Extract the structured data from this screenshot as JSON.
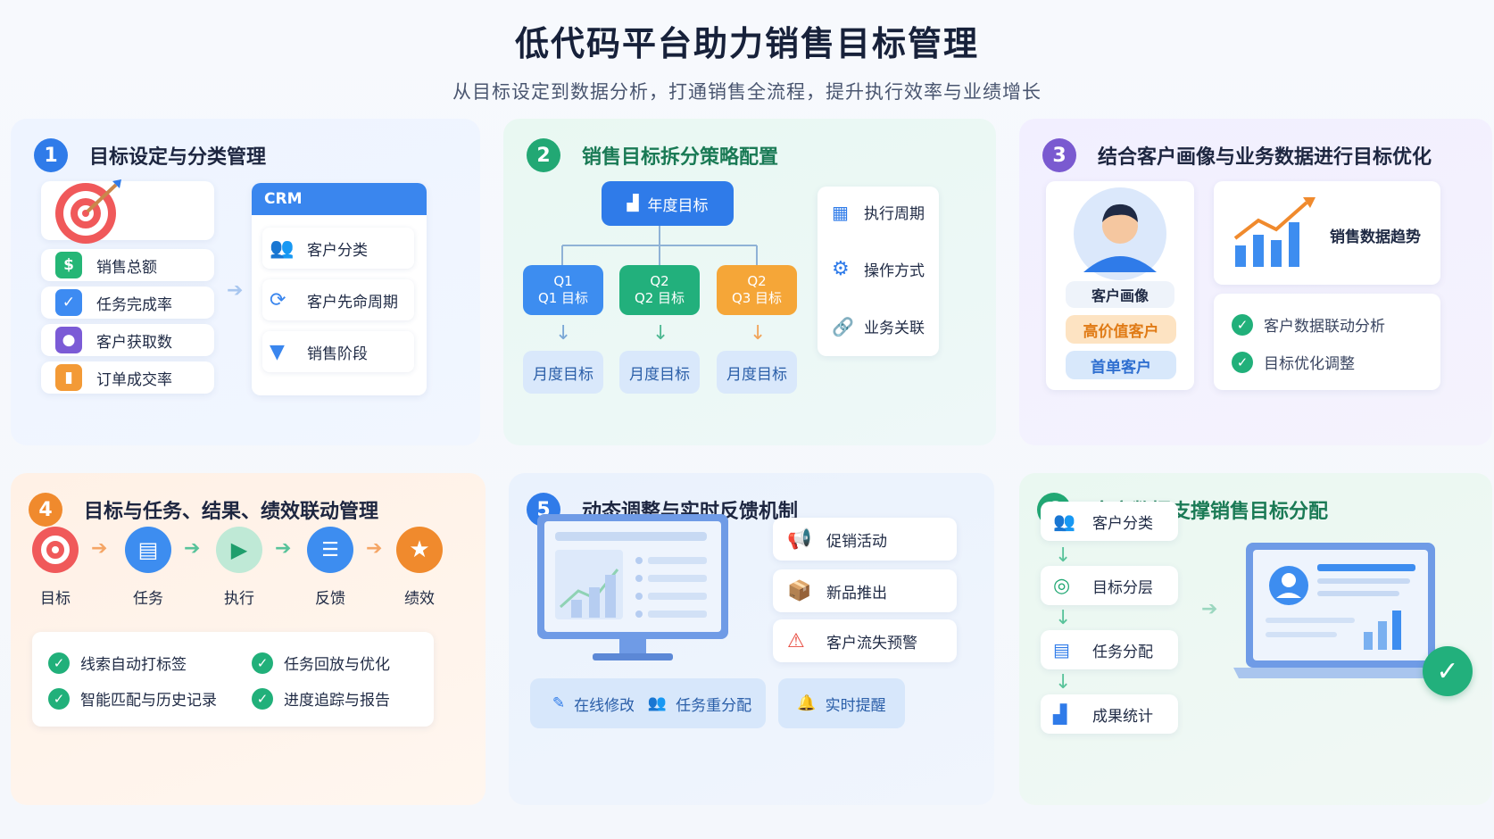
{
  "header": {
    "title": "低代码平台助力销售目标管理",
    "subtitle": "从目标设定到数据分析，打通销售全流程，提升执行效率与业绩增长"
  },
  "colors": {
    "blue": "#2f7be9",
    "green": "#22a874",
    "purple": "#7a5ad0",
    "orange": "#f08a2d"
  },
  "p1": {
    "num": "1",
    "title": "目标设定与分类管理",
    "metrics": [
      {
        "icon": "$",
        "label": "销售总额"
      },
      {
        "icon": "✓",
        "label": "任务完成率"
      },
      {
        "icon": "●",
        "label": "客户获取数"
      },
      {
        "icon": "▮",
        "label": "订单成交率"
      }
    ],
    "crm_label": "CRM",
    "crm_items": [
      {
        "label": "客户分类"
      },
      {
        "label": "客户先命周期"
      },
      {
        "label": "销售阶段"
      }
    ]
  },
  "p2": {
    "num": "2",
    "title": "销售目标拆分策略配置",
    "root": "年度目标",
    "quarters": [
      {
        "top": "Q1",
        "bottom": "Q1 目标"
      },
      {
        "top": "Q2",
        "bottom": "Q2 目标"
      },
      {
        "top": "Q2",
        "bottom": "Q3 目标"
      }
    ],
    "months": [
      "月度目标",
      "月度目标",
      "月度目标"
    ],
    "side": [
      "执行周期",
      "操作方式",
      "业务关联"
    ]
  },
  "p3": {
    "num": "3",
    "title": "结合客户画像与业务数据进行目标优化",
    "portrait_label": "客户画像",
    "tag_high": "高价值客户",
    "tag_first": "首单客户",
    "trend_label": "销售数据趋势",
    "checks": [
      "客户数据联动分析",
      "目标优化调整"
    ]
  },
  "p4": {
    "num": "4",
    "title": "目标与任务、结果、绩效联动管理",
    "flow": [
      "目标",
      "任务",
      "执行",
      "反馈",
      "绩效"
    ],
    "checks": [
      "线索自动打标签",
      "任务回放与优化",
      "智能匹配与历史记录",
      "进度追踪与报告"
    ]
  },
  "p5": {
    "num": "5",
    "title": "动态调整与实时反馈机制",
    "events": [
      "促销活动",
      "新品推出",
      "客户流失预警"
    ],
    "actions": [
      "在线修改",
      "任务重分配",
      "实时提醒"
    ]
  },
  "p6": {
    "num": "6",
    "title": "客户数据支撑销售目标分配",
    "steps": [
      "客户分类",
      "目标分层",
      "任务分配",
      "成果统计"
    ]
  }
}
